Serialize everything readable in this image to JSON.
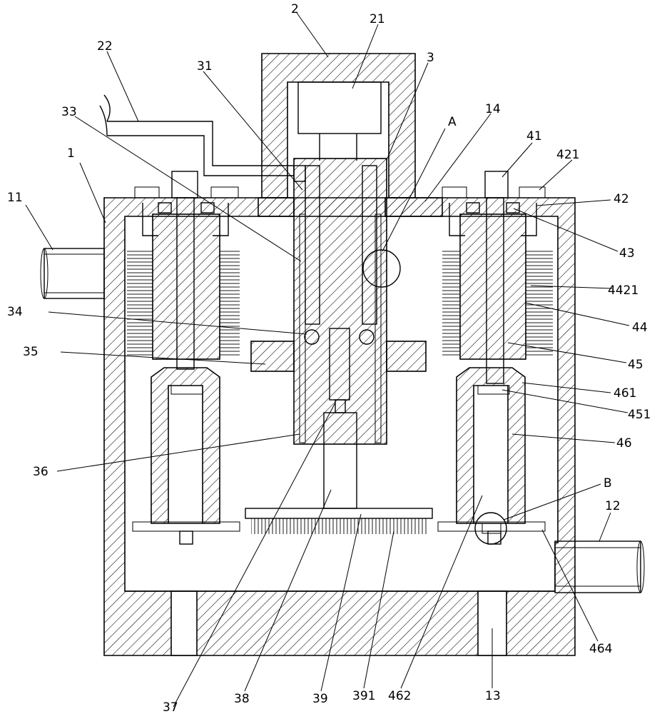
{
  "labels": {
    "l1": "1",
    "l11": "11",
    "l12": "12",
    "l13": "13",
    "l14": "14",
    "l2": "2",
    "l21": "21",
    "l22": "22",
    "l3": "3",
    "l31": "31",
    "l33": "33",
    "l34": "34",
    "l35": "35",
    "l36": "36",
    "l37": "37",
    "l38": "38",
    "l39": "39",
    "l391": "391",
    "lA": "A",
    "lB": "B",
    "l41": "41",
    "l42": "42",
    "l421": "421",
    "l43": "43",
    "l44": "44",
    "l4421": "4421",
    "l45": "45",
    "l46": "46",
    "l451": "451",
    "l461": "461",
    "l462": "462",
    "l464": "464"
  },
  "colors": {
    "ink": "#000000",
    "paper": "#ffffff"
  }
}
